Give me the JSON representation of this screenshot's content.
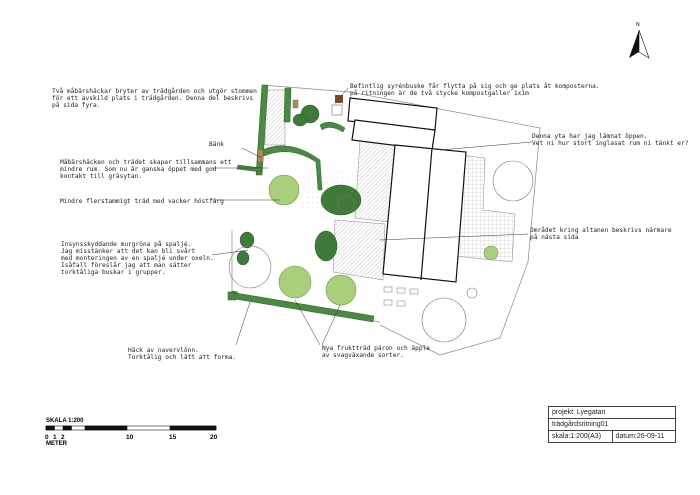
{
  "notes": {
    "hedge_top": "Två måbärshäckar bryter av trädgården och utgör stommen\nför ett avskild plats i trädgården. Denna del beskrivs\npå sida fyra.",
    "lilac": "Befintlig syrénbuske får flytta på sig och ge plats åt komposterna.\npå ritningen är de två stycke kompostgaller 1x1m",
    "bench": "Bänk",
    "hedge_tree": "Måbärshäcken och trädet skapar tillsammans ett\nmindre rum. Som nu är ganska öppet med god\nkontakt till gräsytan.",
    "small_tree": "Mindre flerstammigt träd med vacker höstfärg",
    "open_area": "Denna yta har jag lämnat öppen.\nVet ni hur stort inglasat rum ni tänkt er?",
    "ivy": "Insynsskyddande murgröna på spaljé.\nJag misstänker att det kan bli svårt\nmed monteringen av en spaljé under oxeln.\nIsåfall föreslår jag att man sätter\ntorktåliga buskar i grupper.",
    "terrace": "Området kring altanen beskrivs närmare\npå nästa sida",
    "hawthorn": "Häck av navervlönn.\nTorktålig och lätt att forma.",
    "fruit": "Nya fruktträd päron och äpple\nav svagväxande sorter."
  },
  "scale": {
    "title": "SKALA 1:200",
    "unit": "METER",
    "ticks": [
      "0",
      "1",
      "2",
      "10",
      "15",
      "20"
    ]
  },
  "title_block": {
    "project": "projekt: Lyegatan",
    "drawing": "trädgårdsritning01",
    "scale": "skala:1:200(A3)",
    "date": "datum:26-09-11"
  },
  "north_label": "N",
  "colors": {
    "hedge": "#4a8a42",
    "tree": "#a9cf7c",
    "bush": "#3f7a3a",
    "hatch": "#9a9a9a",
    "line": "#333333"
  }
}
